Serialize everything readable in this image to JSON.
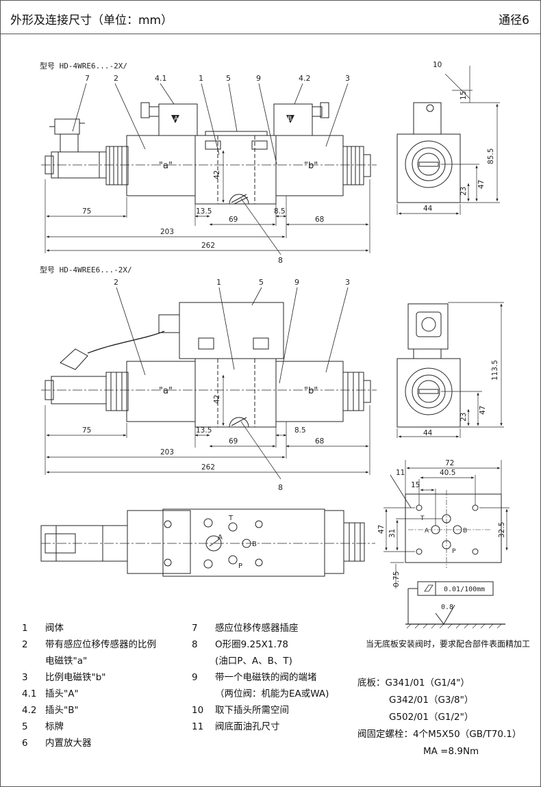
{
  "header": {
    "title": "外形及连接尺寸（单位：mm）",
    "size_label": "通径6"
  },
  "view1": {
    "model": "型号 HD-4WRE6...-2X/",
    "callouts": [
      "7",
      "2",
      "4.1",
      "1",
      "5",
      "9",
      "4.2",
      "3"
    ],
    "coil_a": "\"a\"",
    "coil_b": "\"b\"",
    "plug_a": "A",
    "plug_b": "B",
    "dims": {
      "d75": "75",
      "d203": "203",
      "d262": "262",
      "d13_5": "13.5",
      "d69": "69",
      "d8_5": "8.5",
      "d68": "68",
      "d42": "42"
    },
    "callout_8": "8",
    "side": {
      "d10": "10",
      "d15": "15",
      "d85_5": "85.5",
      "d47": "47",
      "d23": "23",
      "d44": "44"
    }
  },
  "view2": {
    "model": "型号 HD-4WREE6...-2X/",
    "callouts": [
      "2",
      "1",
      "5",
      "9",
      "3"
    ],
    "coil_a": "\"a\"",
    "coil_b": "\"b\"",
    "dims": {
      "d75": "75",
      "d203": "203",
      "d262": "262",
      "d13_5": "13.5",
      "d69": "69",
      "d8_5": "8.5",
      "d68": "68",
      "d42": "42"
    },
    "callout_8": "8",
    "side": {
      "d113_5": "113.5",
      "d47": "47",
      "d23": "23",
      "d44": "44"
    }
  },
  "top_view": {
    "ports": {
      "t": "T",
      "a": "A",
      "b": "B",
      "p": "P"
    }
  },
  "base": {
    "callout": "11",
    "dims": {
      "d72": "72",
      "d40_5": "40.5",
      "d15": "15",
      "d47": "47",
      "d31": "31",
      "d32_5": "32.5",
      "d0_75": "0.75"
    },
    "ports": {
      "t": "T",
      "a": "A",
      "b": "B",
      "p": "P"
    },
    "flatness": "0.01/100mm",
    "roughness": "0.8",
    "note": "当无底板安装阀时，要求配合部件表面精加工"
  },
  "legend_left": [
    {
      "num": "1",
      "text": "阀体"
    },
    {
      "num": "2",
      "text": "带有感应位移传感器的比例"
    },
    {
      "num": "",
      "text": "电磁铁\"a\""
    },
    {
      "num": "3",
      "text": "比例电磁铁\"b\""
    },
    {
      "num": "4.1",
      "text": "插头\"A\""
    },
    {
      "num": "4.2",
      "text": "插头\"B\""
    },
    {
      "num": "5",
      "text": "标牌"
    },
    {
      "num": "6",
      "text": "内置放大器"
    }
  ],
  "legend_right": [
    {
      "num": "7",
      "text": "感应位移传感器插座"
    },
    {
      "num": "8",
      "text": "O形圈9.25X1.78"
    },
    {
      "num": "",
      "text": "(油口P、A、B、T)"
    },
    {
      "num": "9",
      "text": "带一个电磁铁的阀的端堵"
    },
    {
      "num": "",
      "text": "（两位阀：机能为EA或WA)"
    },
    {
      "num": "10",
      "text": "取下插头所需空间"
    },
    {
      "num": "11",
      "text": "阀底面油孔尺寸"
    }
  ],
  "plates": {
    "label": "底板：",
    "items": [
      "G341/01（G1/4\"）",
      "G342/01（G3/8\"）",
      "G502/01（G1/2\"）"
    ],
    "bolts_label": "阀固定螺栓：",
    "bolts": "4个M5X50（GB/T70.1）",
    "torque": "MA =8.9Nm"
  }
}
